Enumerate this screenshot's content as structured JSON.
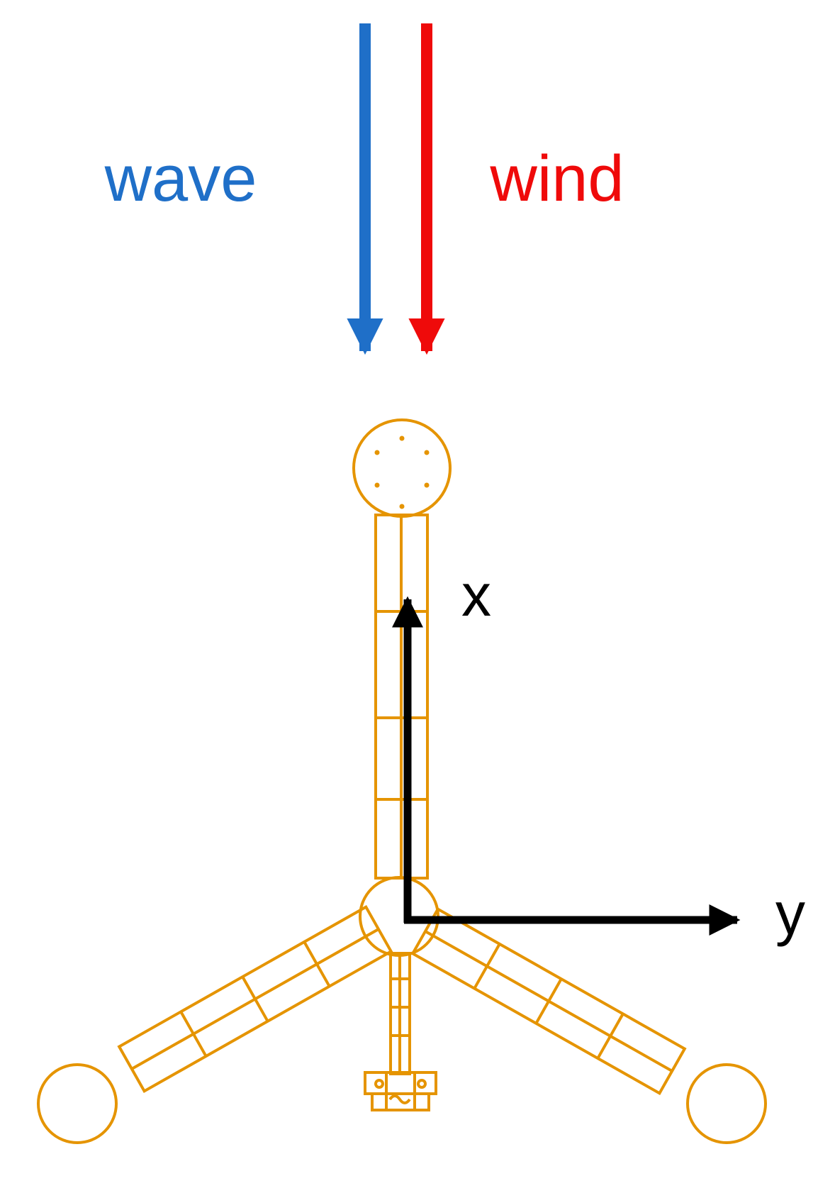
{
  "labels": {
    "wave": "wave",
    "wind": "wind",
    "axis_x": "x",
    "axis_y": "y"
  },
  "colors": {
    "wave": "#1f6fc8",
    "wind": "#ef0a0a",
    "structure": "#e59400",
    "axes": "#000000",
    "background": "#ffffff"
  }
}
